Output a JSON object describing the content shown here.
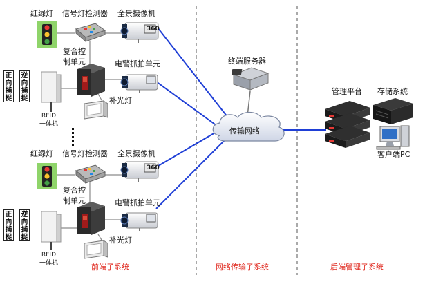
{
  "frontend": {
    "traffic_light": "红绿灯",
    "signal_detector": "信号灯检测器",
    "panoramic_camera": "全景摄像机",
    "camera_badge": "360",
    "composite_controller": "复合控制单元",
    "police_capture_unit": "电警抓拍单元",
    "fill_light": "补光灯",
    "forward_capture": "正向捕捉",
    "reverse_capture": "逆向捕捉",
    "rfid_line1": "RFID",
    "rfid_line2": "一体机",
    "ellipsis": "⋮"
  },
  "network": {
    "terminal_server": "终端服务器",
    "transport_network": "传输网络"
  },
  "backend": {
    "management_platform": "管理平台",
    "storage_system": "存储系统",
    "client_pc": "客户端PC"
  },
  "subsystems": {
    "front": "前端子系统",
    "network": "网络传输子系统",
    "backend": "后端管理子系统"
  },
  "colors": {
    "link_blue": "#1f3fd6",
    "link_gray": "#8a8a8a",
    "subsystem_label": "#e0281e",
    "divider": "#555555",
    "traffic_light_box": "#8fd46a"
  }
}
